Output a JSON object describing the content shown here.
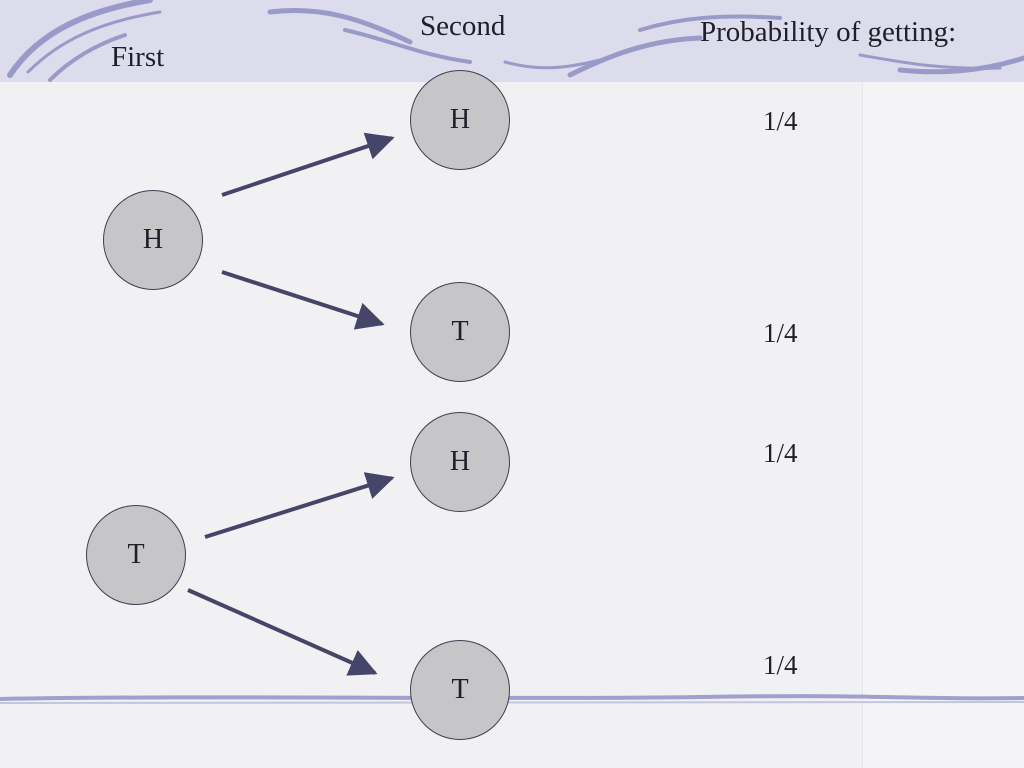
{
  "headers": {
    "first": "First",
    "second": "Second",
    "probability": "Probability of getting:"
  },
  "nodes": {
    "first_h": "H",
    "first_t": "T",
    "second_hh": "H",
    "second_ht": "T",
    "second_th": "H",
    "second_tt": "T"
  },
  "probabilities": [
    "1/4",
    "1/4",
    "1/4",
    "1/4"
  ],
  "colors": {
    "header_band": "#dcdcec",
    "decoration": "#9a9ac8",
    "arrow": "#45456a",
    "node_fill": "#c6c6c9",
    "node_stroke": "#3f3f52"
  }
}
